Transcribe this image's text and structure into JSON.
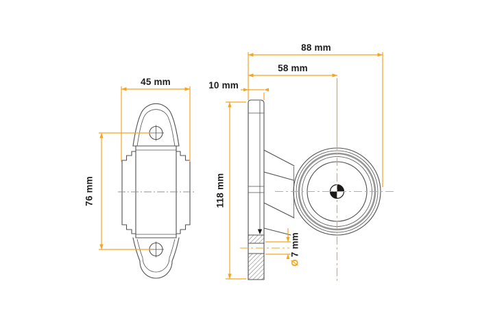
{
  "drawing": {
    "kind": "two-view technical dimension drawing of a trailer outline marker lamp with mounting bracket"
  },
  "dims": {
    "front_width": "45 mm",
    "front_hole_spacing": "76 mm",
    "side_plate_thickness": "10 mm",
    "side_lamp_center_offset": "58 mm",
    "side_total_depth": "88 mm",
    "side_bracket_height": "118 mm",
    "side_hole_diameter_symbol": "Ø",
    "side_hole_diameter": "7 mm"
  },
  "colors": {
    "dimension_accent": "#f6a41d",
    "outline_dark": "#4f4f4f",
    "outline_light": "#969696",
    "text": "#1c1c1c",
    "background": "#ffffff"
  }
}
